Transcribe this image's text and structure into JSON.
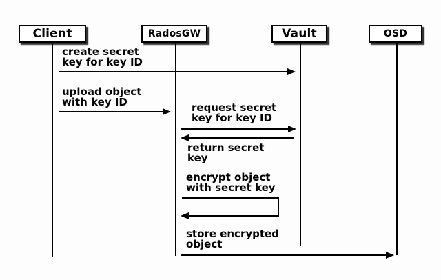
{
  "diagram": {
    "type": "sequence",
    "colors": {
      "line": "#000000",
      "background": "#fdfdfd",
      "box_fill": "#ffffff",
      "text": "#000000"
    },
    "actors": [
      {
        "id": "client",
        "label": "Client"
      },
      {
        "id": "radosgw",
        "label": "RadosGW"
      },
      {
        "id": "vault",
        "label": "Vault"
      },
      {
        "id": "osd",
        "label": "OSD"
      }
    ],
    "messages": [
      {
        "from": "Client",
        "to": "Vault",
        "label": "create secret\nkey for key ID"
      },
      {
        "from": "Client",
        "to": "RadosGW",
        "label": "upload object\nwith key ID"
      },
      {
        "from": "RadosGW",
        "to": "Vault",
        "label": "request secret\nkey for key ID"
      },
      {
        "from": "Vault",
        "to": "RadosGW",
        "label": "return secret\nkey"
      },
      {
        "from": "RadosGW",
        "to": "RadosGW",
        "label": "encrypt object\nwith secret key",
        "self": true
      },
      {
        "from": "RadosGW",
        "to": "OSD",
        "label": "store encrypted\nobject"
      }
    ]
  }
}
